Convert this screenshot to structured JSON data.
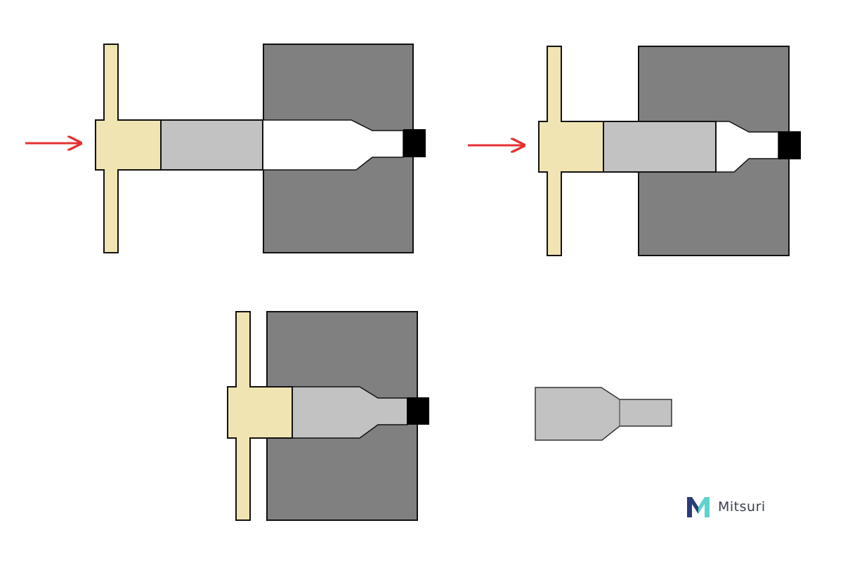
{
  "brand": {
    "name": "Mitsuri",
    "logo_icon": "mitsuri-m-logo-icon",
    "colors": {
      "logo_dark": "#2a3d7a",
      "logo_light": "#5fd3d0"
    }
  },
  "colors": {
    "punch": "#f0e4b2",
    "billet": "#c2c2c2",
    "die": "#808080",
    "cavity": "#ffffff",
    "stopper": "#000000",
    "arrow": "#e53030",
    "outline": "#111111"
  },
  "stages": [
    {
      "name": "stage-1-punch-advancing",
      "has_arrow": true
    },
    {
      "name": "stage-2-billet-compressed",
      "has_arrow": true
    },
    {
      "name": "stage-3-die-filled",
      "has_arrow": false
    },
    {
      "name": "stage-4-extruded-part",
      "has_arrow": false
    }
  ]
}
